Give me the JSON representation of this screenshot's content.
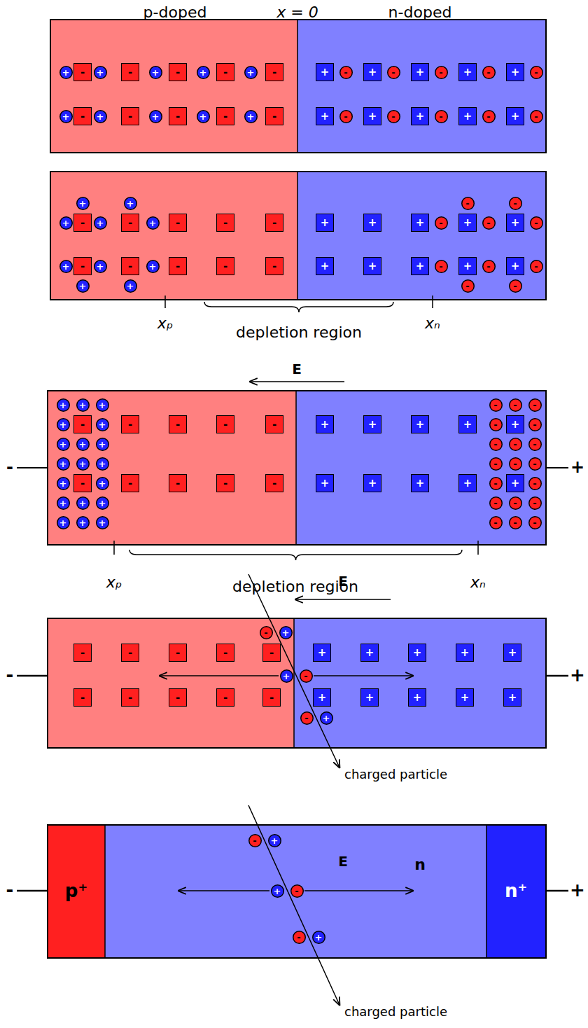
{
  "diagram": {
    "nodes": [
      {
        "text": [
          "-"
        ]
      },
      {
        "text": [
          "-"
        ]
      },
      {
        "text": [
          "-"
        ]
      },
      {
        "text": [
          "-"
        ]
      },
      {
        "text": [
          "-"
        ]
      },
      {
        "text": [
          "-"
        ]
      },
      {
        "text": [
          "-"
        ]
      },
      {
        "text": [
          "-"
        ]
      },
      {
        "text": [
          "-"
        ]
      },
      {
        "text": [
          "-"
        ]
      },
      {
        "text": [
          "+"
        ]
      },
      {
        "text": [
          "+"
        ]
      },
      {
        "text": [
          "+"
        ]
      },
      {
        "text": [
          "+"
        ]
      },
      {
        "text": [
          "+"
        ]
      },
      {
        "text": [
          "+"
        ]
      },
      {
        "text": [
          "+"
        ]
      },
      {
        "text": [
          "+"
        ]
      },
      {
        "text": [
          "+"
        ]
      },
      {
        "text": [
          "+"
        ]
      },
      {
        "text": [
          "+"
        ]
      },
      {
        "text": [
          "+"
        ]
      },
      {
        "text": [
          "+"
        ]
      },
      {
        "text": [
          "+"
        ]
      },
      {
        "text": [
          "+"
        ]
      },
      {
        "text": [
          "+"
        ]
      },
      {
        "text": [
          "+"
        ]
      },
      {
        "text": [
          "+"
        ]
      },
      {
        "text": [
          "+"
        ]
      },
      {
        "text": [
          "+"
        ]
      },
      {
        "text": [
          "-"
        ]
      },
      {
        "text": [
          "-"
        ]
      },
      {
        "text": [
          "-"
        ]
      },
      {
        "text": [
          "-"
        ]
      },
      {
        "text": [
          "-"
        ]
      },
      {
        "text": [
          "-"
        ]
      },
      {
        "text": [
          "-"
        ]
      },
      {
        "text": [
          "-"
        ]
      },
      {
        "text": [
          "-"
        ]
      },
      {
        "text": [
          "-"
        ]
      },
      {
        "text": [
          "-"
        ]
      },
      {
        "text": [
          "-"
        ]
      },
      {
        "text": [
          "-"
        ]
      },
      {
        "text": [
          "-"
        ]
      },
      {
        "text": [
          "-"
        ]
      },
      {
        "text": [
          "-"
        ]
      },
      {
        "text": [
          "-"
        ]
      },
      {
        "text": [
          "-"
        ]
      },
      {
        "text": [
          "-"
        ]
      },
      {
        "text": [
          "-"
        ]
      },
      {
        "text": [
          "+"
        ]
      },
      {
        "text": [
          "+"
        ]
      },
      {
        "text": [
          "+"
        ]
      },
      {
        "text": [
          "+"
        ]
      },
      {
        "text": [
          "+"
        ]
      },
      {
        "text": [
          "+"
        ]
      },
      {
        "text": [
          "+"
        ]
      },
      {
        "text": [
          "+"
        ]
      },
      {
        "text": [
          "+"
        ]
      },
      {
        "text": [
          "+"
        ]
      },
      {
        "text": [
          "+"
        ]
      },
      {
        "text": [
          "+"
        ]
      },
      {
        "text": [
          "+"
        ]
      },
      {
        "text": [
          "+"
        ]
      },
      {
        "text": [
          "+"
        ]
      },
      {
        "text": [
          "+"
        ]
      },
      {
        "text": [
          "+"
        ]
      },
      {
        "text": [
          "+"
        ]
      },
      {
        "text": [
          "+"
        ]
      },
      {
        "text": [
          "+"
        ]
      },
      {
        "text": [
          "-"
        ]
      },
      {
        "text": [
          "-"
        ]
      },
      {
        "text": [
          "-"
        ]
      },
      {
        "text": [
          "-"
        ]
      },
      {
        "text": [
          "-"
        ]
      },
      {
        "text": [
          "-"
        ]
      },
      {
        "text": [
          "-"
        ]
      },
      {
        "text": [
          "-"
        ]
      },
      {
        "text": [
          "-"
        ]
      },
      {
        "text": [
          "-"
        ]
      },
      {
        "text": [
          "-"
        ]
      },
      {
        "text": [
          "-"
        ]
      },
      {
        "text": [
          "-"
        ]
      },
      {
        "text": [
          "-"
        ]
      },
      {
        "text": [
          "-"
        ]
      },
      {
        "text": [
          "-"
        ]
      },
      {
        "text": [
          "-"
        ]
      },
      {
        "text": [
          "-"
        ]
      },
      {
        "text": [
          "-"
        ]
      },
      {
        "text": [
          "-"
        ]
      },
      {
        "text": [
          "+"
        ]
      },
      {
        "text": [
          "+"
        ]
      },
      {
        "text": [
          "+"
        ]
      },
      {
        "text": [
          "+"
        ]
      },
      {
        "text": [
          "+"
        ]
      },
      {
        "text": [
          "+"
        ]
      },
      {
        "text": [
          "+"
        ]
      },
      {
        "text": [
          "+"
        ]
      },
      {
        "text": [
          "+"
        ]
      },
      {
        "text": [
          "+"
        ]
      },
      {
        "text": [
          "+"
        ]
      },
      {
        "text": [
          "+"
        ]
      },
      {
        "text": [
          "+"
        ]
      },
      {
        "text": [
          "+"
        ]
      },
      {
        "text": [
          "+"
        ]
      },
      {
        "text": [
          "+"
        ]
      },
      {
        "text": [
          "+"
        ]
      },
      {
        "text": [
          "+"
        ]
      },
      {
        "text": [
          "+"
        ]
      },
      {
        "text": [
          "+"
        ]
      },
      {
        "text": [
          "+"
        ]
      },
      {
        "text": [
          "+"
        ]
      },
      {
        "text": [
          "+"
        ]
      },
      {
        "text": [
          "+"
        ]
      },
      {
        "text": [
          "+"
        ]
      },
      {
        "text": [
          "+"
        ]
      },
      {
        "text": [
          "+"
        ]
      },
      {
        "text": [
          "+"
        ]
      },
      {
        "text": [
          "+"
        ]
      },
      {
        "text": [
          "-"
        ]
      },
      {
        "text": [
          "-"
        ]
      },
      {
        "text": [
          "-"
        ]
      },
      {
        "text": [
          "-"
        ]
      },
      {
        "text": [
          "-"
        ]
      },
      {
        "text": [
          "-"
        ]
      },
      {
        "text": [
          "-"
        ]
      },
      {
        "text": [
          "-"
        ]
      },
      {
        "text": [
          "-"
        ]
      },
      {
        "text": [
          "-"
        ]
      },
      {
        "text": [
          "-"
        ]
      },
      {
        "text": [
          "-"
        ]
      },
      {
        "text": [
          "-"
        ]
      },
      {
        "text": [
          "-"
        ]
      },
      {
        "text": [
          "-"
        ]
      },
      {
        "text": [
          "-"
        ]
      },
      {
        "text": [
          "-"
        ]
      },
      {
        "text": [
          "-"
        ]
      },
      {
        "text": [
          "-"
        ]
      },
      {
        "text": [
          "-"
        ]
      },
      {
        "text": [
          "-"
        ]
      },
      {
        "text": [
          "-"
        ]
      },
      {
        "text": [
          "-"
        ]
      },
      {
        "text": [
          "-"
        ]
      },
      {
        "text": [
          "-"
        ]
      },
      {
        "text": [
          "-"
        ]
      },
      {
        "text": [
          "-"
        ]
      },
      {
        "text": [
          "-"
        ]
      },
      {
        "text": [
          "-"
        ]
      },
      {
        "text": [
          "+"
        ]
      },
      {
        "text": [
          "+"
        ]
      },
      {
        "text": [
          "+"
        ]
      },
      {
        "text": [
          "+"
        ]
      },
      {
        "text": [
          "+"
        ]
      },
      {
        "text": [
          "+"
        ]
      },
      {
        "text": [
          "+"
        ]
      },
      {
        "text": [
          "+"
        ]
      },
      {
        "text": [
          "+"
        ]
      },
      {
        "text": [
          "+"
        ]
      },
      {
        "text": [
          "-"
        ]
      },
      {
        "text": [
          "+"
        ]
      },
      {
        "text": [
          "+"
        ]
      },
      {
        "text": [
          "-"
        ]
      },
      {
        "text": [
          "-"
        ]
      },
      {
        "text": [
          "+"
        ]
      },
      {
        "text": [
          "p⁺"
        ]
      },
      {
        "text": [
          "n"
        ]
      },
      {
        "text": [
          "n⁺"
        ]
      },
      {
        "text": [
          "-"
        ],
        "in": 165
      },
      {
        "text": [
          "+"
        ],
        "in": 165
      },
      {
        "text": [
          "+"
        ],
        "in": 165
      },
      {
        "text": [
          "-"
        ],
        "in": 165
      },
      {
        "text": [
          "-"
        ],
        "in": 165
      },
      {
        "text": [
          "+"
        ],
        "in": 165
      }
    ],
    "labels": [
      "p-doped",
      "x = 0",
      "n-doped",
      "xₚ",
      "depletion region",
      "xₙ",
      "E",
      "-",
      "+",
      "xₚ",
      "depletion region",
      "xₙ",
      "E",
      "-",
      "+",
      "charged particle",
      "E",
      "-",
      "+",
      "charged particle"
    ]
  }
}
